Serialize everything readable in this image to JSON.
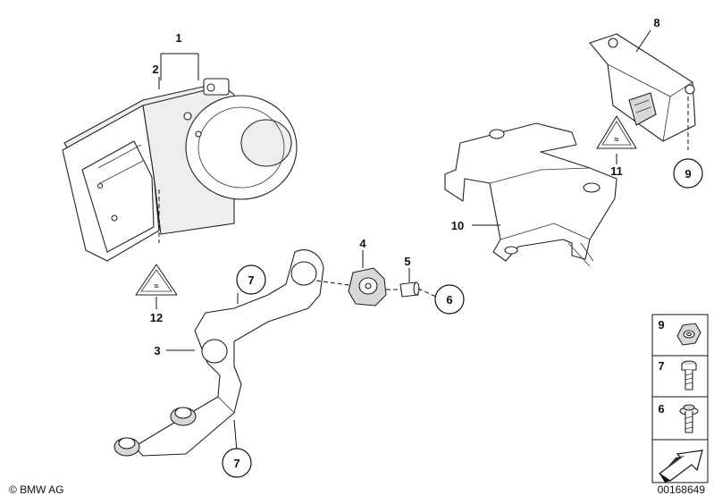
{
  "callouts": {
    "c1": "1",
    "c2": "2",
    "c3": "3",
    "c4": "4",
    "c5": "5",
    "c6": "6",
    "c7a": "7",
    "c7b": "7",
    "c8": "8",
    "c9": "9",
    "c10": "10",
    "c11": "11",
    "c12": "12"
  },
  "legend": {
    "items": [
      {
        "number": "9",
        "part": "nut"
      },
      {
        "number": "7",
        "part": "bolt"
      },
      {
        "number": "6",
        "part": "screw-with-washer"
      }
    ]
  },
  "footer": {
    "copyright": "© BMW AG",
    "diagram_id": "00168649"
  }
}
